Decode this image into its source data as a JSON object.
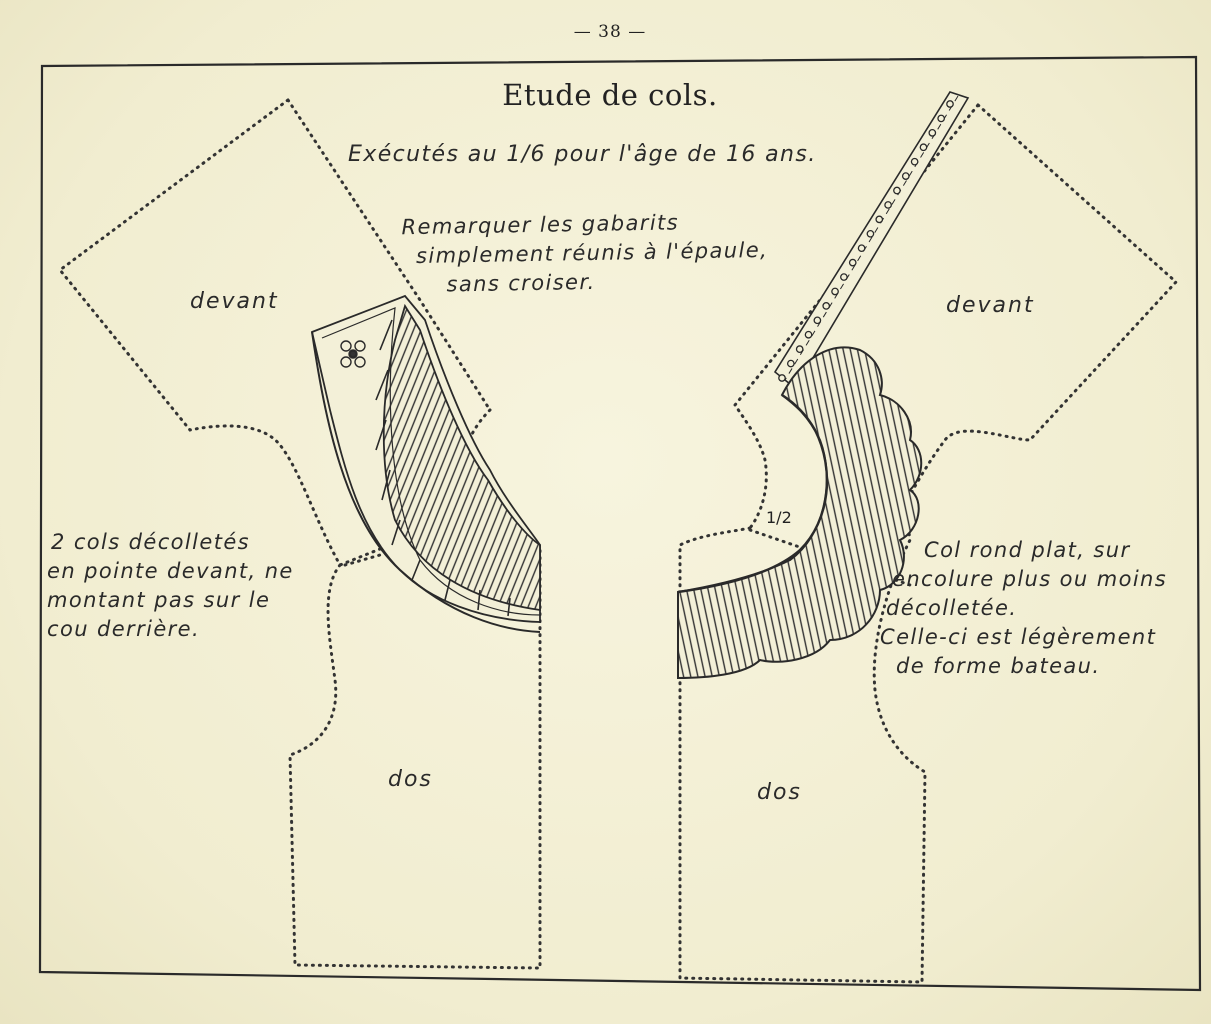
{
  "page_number": "— 38 —",
  "title": "Etude de cols.",
  "subtitle": "Exécutés au 1/6 pour l'âge de 16 ans.",
  "remark": [
    "Remarquer les gabarits",
    "simplement réunis à l'épaule,",
    "sans croiser."
  ],
  "left_pattern": {
    "front_label": "devant",
    "back_label": "dos"
  },
  "right_pattern": {
    "front_label": "devant",
    "back_label": "dos",
    "fraction_mark": "1/2"
  },
  "left_note": [
    "2 cols décolletés",
    "en pointe devant, ne",
    "montant pas sur le",
    "cou derrière."
  ],
  "right_note": [
    "Col rond plat, sur",
    "encolure plus ou moins",
    "décolletée.",
    "Celle-ci est légèrement",
    "de forme bateau."
  ]
}
